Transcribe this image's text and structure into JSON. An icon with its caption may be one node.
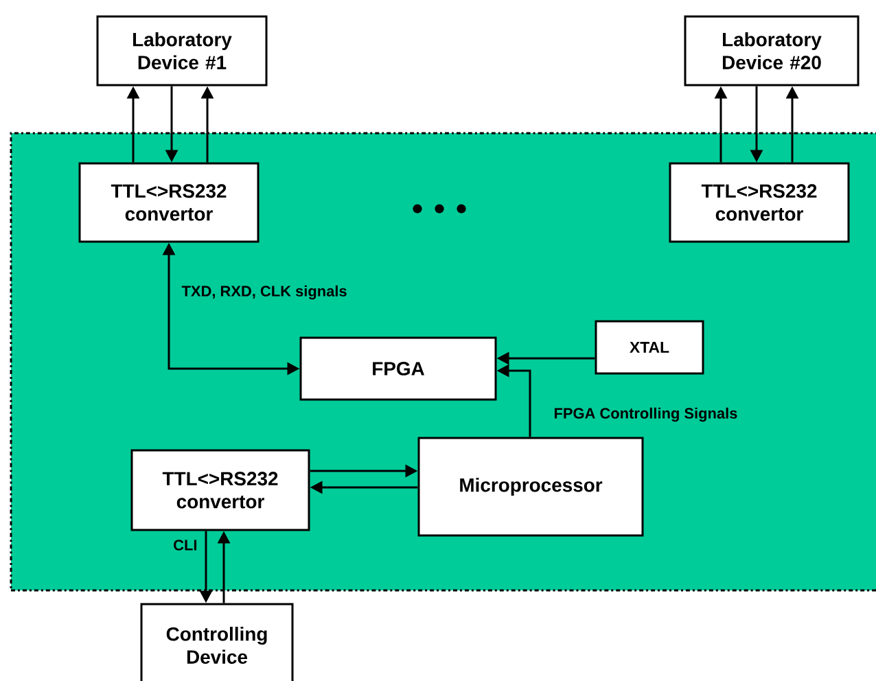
{
  "diagram": {
    "nodes": [
      {
        "text": [
          "Laboratory Device #1"
        ]
      },
      {
        "text": [
          "Laboratory Device #20"
        ]
      },
      {
        "text": [],
        "shape": "box"
      },
      {
        "text": [
          "TTL<>RS232 convertor"
        ],
        "in": 2
      },
      {
        "text": [
          "TTL<>RS232 convertor"
        ],
        "in": 2
      },
      {
        "text": [
          "FPGA"
        ],
        "in": 2
      },
      {
        "text": [
          "XTAL"
        ],
        "in": 2
      },
      {
        "text": [
          "Microprocessor"
        ],
        "in": 2
      },
      {
        "text": [
          "TTL<>RS232 convertor"
        ],
        "in": 2
      },
      {
        "text": [
          "Controlling Device"
        ]
      }
    ],
    "edges": [
      {
        "from": 3,
        "to": 0,
        "arrow": "to"
      },
      {
        "from": 0,
        "to": 3,
        "arrow": "to"
      },
      {
        "from": 3,
        "to": 0,
        "arrow": "to"
      },
      {
        "from": 4,
        "to": 1,
        "arrow": "to"
      },
      {
        "from": 1,
        "to": 4,
        "arrow": "to"
      },
      {
        "from": 4,
        "to": 1,
        "arrow": "to"
      },
      {
        "from": 3,
        "to": 5,
        "arrow": "both",
        "label": "TXD, RXD, CLK signals"
      },
      {
        "from": 6,
        "to": 5,
        "arrow": "to"
      },
      {
        "from": 7,
        "to": 5,
        "arrow": "to",
        "label": "FPGA Controlling Signals"
      },
      {
        "from": 8,
        "to": 7,
        "arrow": "to"
      },
      {
        "from": 7,
        "to": 8,
        "arrow": "to"
      },
      {
        "from": 8,
        "to": 9,
        "arrow": "to",
        "label": "CLI"
      },
      {
        "from": 9,
        "to": 8,
        "arrow": "to"
      }
    ]
  }
}
